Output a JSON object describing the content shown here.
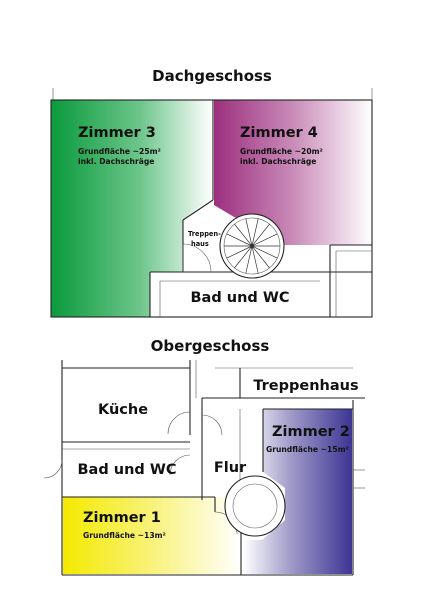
{
  "dachgeschoss": {
    "title": "Dachgeschoss",
    "zimmer3": {
      "name": "Zimmer 3",
      "area": "Grundfläche ~25m²",
      "note": "inkl. Dachschräge"
    },
    "zimmer4": {
      "name": "Zimmer 4",
      "area": "Grundfläche ~20m²",
      "note": "inkl. Dachschräge"
    },
    "treppenhaus": {
      "line1": "Treppen-",
      "line2": "haus"
    },
    "bad": "Bad und WC"
  },
  "obergeschoss": {
    "title": "Obergeschoss",
    "treppenhaus": "Treppenhaus",
    "kueche": "Küche",
    "zimmer2": {
      "name": "Zimmer 2",
      "area": "Grundfläche ~15m²"
    },
    "bad": "Bad und WC",
    "flur": "Flur",
    "zimmer1": {
      "name": "Zimmer 1",
      "area": "Grundfläche ~13m²"
    }
  },
  "colors": {
    "zimmer3": "#0a9a3c",
    "zimmer4": "#9c2f7e",
    "zimmer2": "#3d3594",
    "zimmer1": "#f4ea00"
  }
}
